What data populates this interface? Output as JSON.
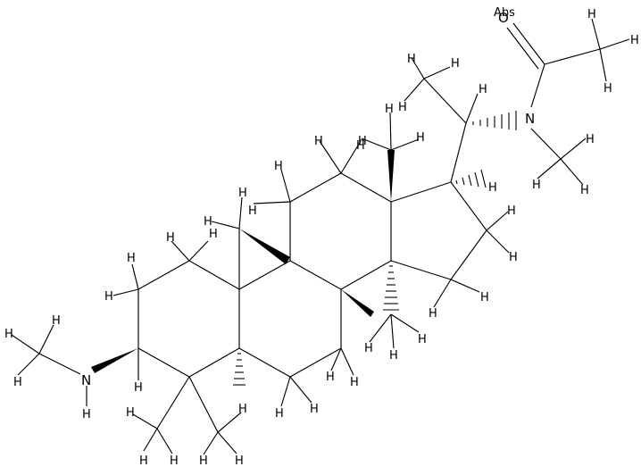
{
  "structure": {
    "stereo_flag": "Abs",
    "atom_labels": {
      "oxygen": "O",
      "nitrogen": "N",
      "hydrogen": "H"
    }
  },
  "colors": {
    "bond": "#000000",
    "background": "#ffffff"
  }
}
